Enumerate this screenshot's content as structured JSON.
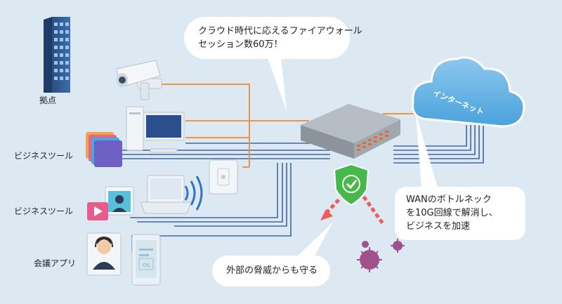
{
  "labels": {
    "base": "拠点",
    "business_tool_1": "ビジネスツール",
    "business_tool_2": "ビジネスツール",
    "meeting_app": "会議アプリ",
    "internet": "インターネット"
  },
  "callouts": {
    "firewall_line1": "クラウド時代に応えるファイアウォール",
    "firewall_line2": "セッション数60万！",
    "wan_line1": "WANのボトルネック",
    "wan_line2": "を10G回線で解消し、",
    "wan_line3": "ビジネスを加速",
    "threat": "外部の脅威からも守る"
  },
  "tablet_screen_text": "OS",
  "colors": {
    "background": "#dce9f2",
    "blue_link": "#3f67a6",
    "orange_link": "#f0933c",
    "cloud": "#67b5e6",
    "shield": "#47b84a",
    "threat_arrow": "#f05a5a",
    "virus": "#a0508a"
  }
}
